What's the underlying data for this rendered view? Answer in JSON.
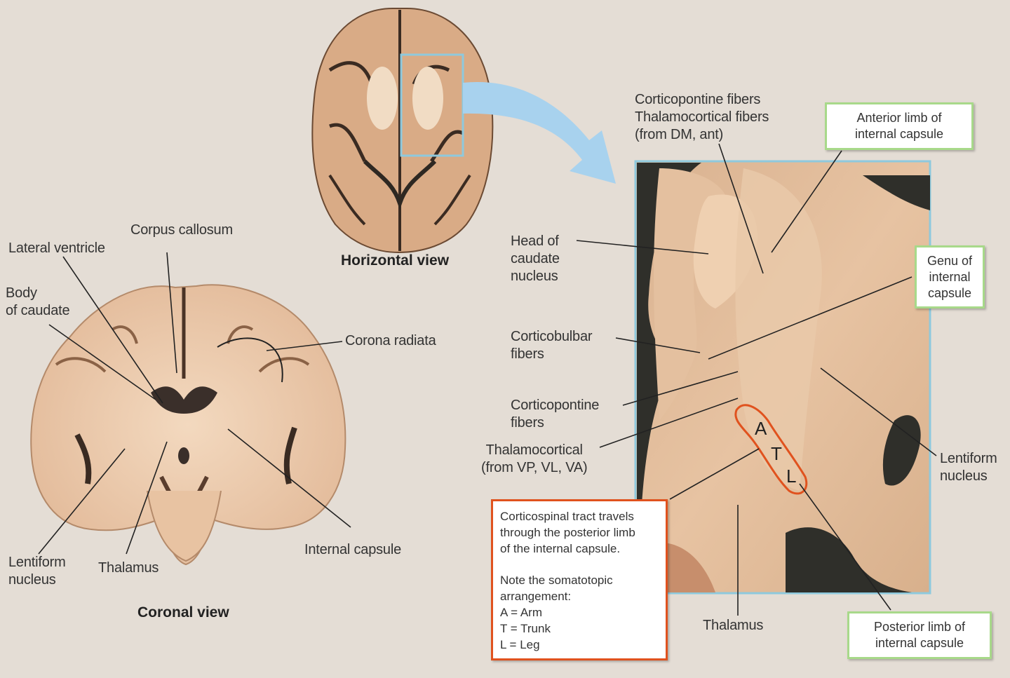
{
  "views": {
    "horizontal": "Horizontal view",
    "coronal": "Coronal view"
  },
  "coronal_labels": {
    "corpus_callosum": "Corpus callosum",
    "lateral_ventricle": "Lateral ventricle",
    "body_of_caudate": "Body\nof caudate",
    "corona_radiata": "Corona radiata",
    "internal_capsule": "Internal capsule",
    "lentiform_nucleus": "Lentiform\nnucleus",
    "thalamus": "Thalamus"
  },
  "detail_labels": {
    "corticopontine_thalamocortical": "Corticopontine fibers\nThalamocortical fibers\n(from DM, ant)",
    "head_of_caudate": "Head of\ncaudate\nnucleus",
    "corticobulbar": "Corticobulbar\nfibers",
    "corticopontine": "Corticopontine\nfibers",
    "thalamocortical": "Thalamocortical\n(from VP, VL, VA)",
    "lentiform_nucleus": "Lentiform\nnucleus",
    "thalamus": "Thalamus"
  },
  "boxes": {
    "anterior_limb": "Anterior limb of\ninternal capsule",
    "genu": "Genu of\ninternal\ncapsule",
    "posterior_limb": "Posterior limb of\ninternal capsule"
  },
  "somatotopy": {
    "a": "A",
    "t": "T",
    "l": "L"
  },
  "note": {
    "line1": "Corticospinal tract travels\nthrough the posterior limb\nof the internal capsule.",
    "line2": "Note the somatotopic\narrangement:\nA = Arm\nT = Trunk\nL = Leg"
  },
  "colors": {
    "background": "#e4ddd5",
    "tissue": "#e8c4a4",
    "white_matter": "#f0d6bc",
    "dark_matter": "#3a3a33",
    "highlight_box": "#8ec9dd",
    "arrow": "#a8d2ee",
    "green_border": "#a8d98a",
    "orange_border": "#e0521e"
  }
}
